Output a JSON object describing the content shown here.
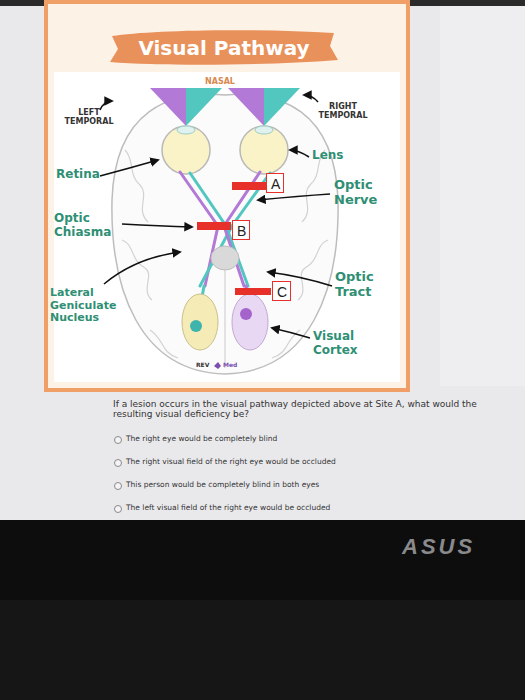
{
  "diagram": {
    "title": "Visual Pathway",
    "nodes": [
      {
        "text": [
          "A"
        ]
      },
      {
        "text": [
          "B"
        ]
      },
      {
        "text": [
          "C"
        ]
      }
    ],
    "labels": [
      "NASAL",
      "LEFT TEMPORAL",
      "RIGHT TEMPORAL",
      "Lens",
      "Retina",
      "Optic Nerve",
      "Optic Chiasma",
      "Optic Tract",
      "Lateral Geniculate Nucleus",
      "Visual Cortex",
      "REV",
      "Med",
      "If a lesion occurs in the visual pathway depicted above at Site A, what would the resulting visual deficiency be?",
      "The right eye would be completely blind",
      "The right visual field of the right eye would be occluded",
      "This person would be completely blind in both eyes",
      "The left visual field of the right eye would be occluded",
      "ASUS"
    ]
  }
}
